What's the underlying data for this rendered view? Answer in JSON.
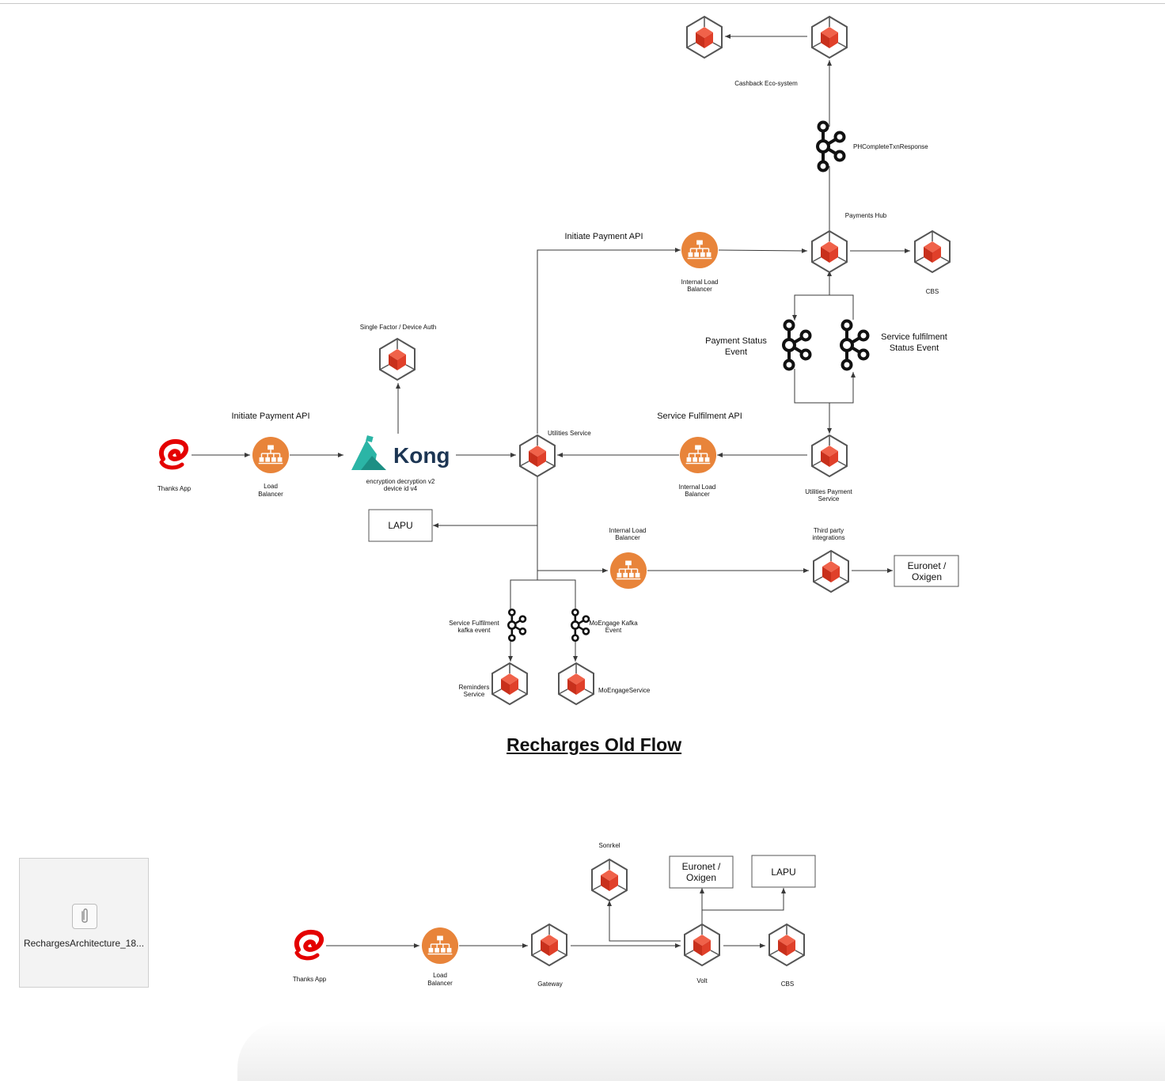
{
  "title": "Recharges Old Flow",
  "attachment": {
    "filename": "RechargesArchitecture_18..."
  },
  "old_flow": {
    "thanks_app": "Thanks App",
    "load_balancer": [
      "Load",
      "Balancer"
    ],
    "api_initiate_left": "Initiate Payment API",
    "single_factor": "Single Factor / Device Auth",
    "kong": "Kong",
    "kong_sub": [
      "encryption decryption v2",
      "device id v4"
    ],
    "utilities_service": "Utilities Service",
    "api_initiate_top": "Initiate Payment API",
    "internal_lb_top": [
      "Internal Load",
      "Balancer"
    ],
    "payments_hub": "Payments Hub",
    "cbs": "CBS",
    "ph_topic": "PHCompleteTxnResponse",
    "cashback": "Cashback Eco-system",
    "payment_status_event": [
      "Payment Status",
      "Event"
    ],
    "service_fulfilment_status_event": [
      "Service fulfilment",
      "Status Event"
    ],
    "api_service_fulfilment": "Service Fulfilment API",
    "internal_lb_mid": [
      "Internal Load",
      "Balancer"
    ],
    "utilities_payment_service": [
      "Utilities Payment",
      "Service"
    ],
    "lapu": "LAPU",
    "internal_lb_bottom": [
      "Internal Load",
      "Balancer"
    ],
    "third_party": [
      "Third party",
      "integrations"
    ],
    "euronet_oxigen": [
      "Euronet /",
      "Oxigen"
    ],
    "sf_kafka": [
      "Service Fulfilment",
      "kafka event"
    ],
    "moengage_kafka": [
      "MoEngage Kafka",
      "Event"
    ],
    "reminders_service": [
      "Reminders",
      "Service"
    ],
    "moengage_service": "MoEngageService"
  },
  "new_flow": {
    "thanks_app": "Thanks App",
    "load_balancer": [
      "Load",
      "Balancer"
    ],
    "gateway": "Gateway",
    "sonrkel": "Sonrkel",
    "volt": "Volt",
    "cbs": "CBS",
    "euronet_oxigen": [
      "Euronet /",
      "Oxigen"
    ],
    "lapu": "LAPU"
  },
  "colors": {
    "airtel_red": "#e40000",
    "lb_orange": "#e8843a",
    "box_red": "#e0402a",
    "kong_teal": "#2bb5a6",
    "kong_navy": "#1c3553",
    "line": "#3a3a3a"
  }
}
